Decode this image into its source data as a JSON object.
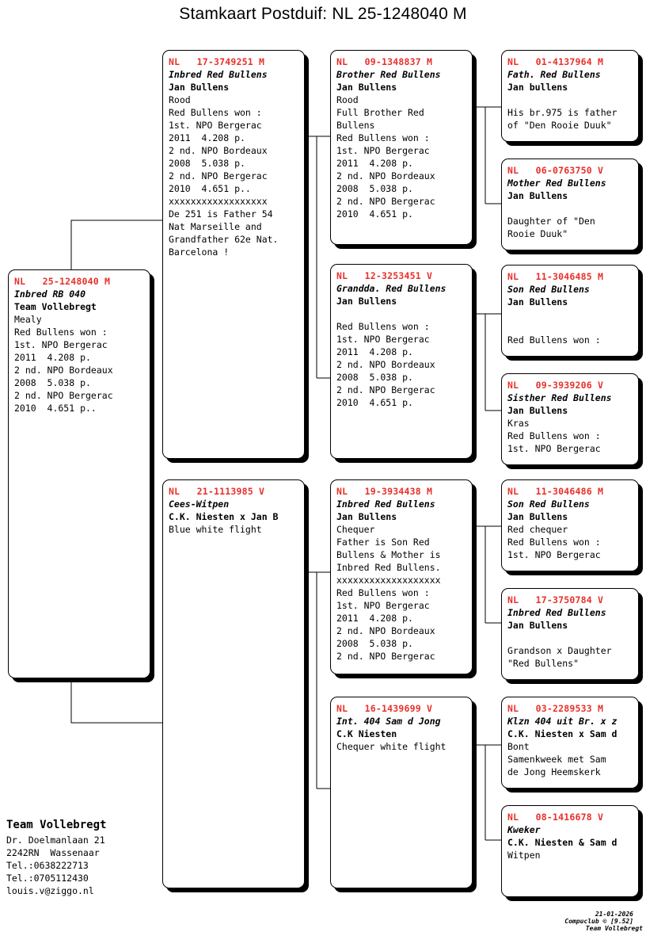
{
  "title": "Stamkaart Postduif: NL  25-1248040 M",
  "colors": {
    "ring_red": "#e8302a",
    "ink": "#000000",
    "paper": "#ffffff"
  },
  "subject": {
    "ring": "NL   25-1248040 M",
    "strain": "Inbred RB 040",
    "owner": "Team Vollebregt",
    "lines": [
      "Mealy",
      "Red Bullens won :",
      "1st. NPO Bergerac",
      "2011  4.208 p.",
      "2 nd. NPO Bordeaux",
      "2008  5.038 p.",
      "2 nd. NPO Bergerac",
      "2010  4.651 p.."
    ]
  },
  "gen2": [
    {
      "ring": "NL   17-3749251 M",
      "strain": "Inbred Red Bullens",
      "owner": "Jan Bullens",
      "lines": [
        "Rood",
        "Red Bullens won :",
        "1st. NPO Bergerac",
        "2011  4.208 p.",
        "2 nd. NPO Bordeaux",
        "2008  5.038 p.",
        "2 nd. NPO Bergerac",
        "2010  4.651 p..",
        "xxxxxxxxxxxxxxxxxx",
        "De 251 is Father 54",
        "Nat Marseille and",
        "Grandfather 62e Nat.",
        "Barcelona !"
      ]
    },
    {
      "ring": "NL   21-1113985 V",
      "strain": "Cees-Witpen",
      "owner": "C.K. Niesten x Jan B",
      "lines": [
        "Blue white flight"
      ]
    }
  ],
  "gen3": [
    {
      "ring": "NL   09-1348837 M",
      "strain": "Brother Red Bullens",
      "owner": "Jan Bullens",
      "lines": [
        "Rood",
        "Full Brother Red",
        "Bullens",
        "Red Bullens won :",
        "1st. NPO Bergerac",
        "2011  4.208 p.",
        "2 nd. NPO Bordeaux",
        "2008  5.038 p.",
        "2 nd. NPO Bergerac",
        "2010  4.651 p."
      ]
    },
    {
      "ring": "NL   12-3253451 V",
      "strain": "Grandda. Red Bullens",
      "owner": "Jan Bullens",
      "lines": [
        "",
        "Red Bullens won :",
        "1st. NPO Bergerac",
        "2011  4.208 p.",
        "2 nd. NPO Bordeaux",
        "2008  5.038 p.",
        "2 nd. NPO Bergerac",
        "2010  4.651 p."
      ]
    },
    {
      "ring": "NL   19-3934438 M",
      "strain": "Inbred Red Bullens",
      "owner": "Jan Bullens",
      "lines": [
        "Chequer",
        "Father is Son Red",
        "Bullens & Mother is",
        "Inbred Red Bullens.",
        "xxxxxxxxxxxxxxxxxxx",
        "Red Bullens won :",
        "1st. NPO Bergerac",
        "2011  4.208 p.",
        "2 nd. NPO Bordeaux",
        "2008  5.038 p.",
        "2 nd. NPO Bergerac"
      ]
    },
    {
      "ring": "NL   16-1439699 V",
      "strain": "Int. 404 Sam d Jong",
      "owner": "C.K Niesten",
      "lines": [
        "Chequer white flight"
      ]
    }
  ],
  "gen4": [
    {
      "ring": "NL   01-4137964 M",
      "strain": "Fath. Red Bullens",
      "owner": "Jan bullens",
      "lines": [
        "",
        "His br.975 is father",
        "of \"Den Rooie Duuk\""
      ]
    },
    {
      "ring": "NL   06-0763750 V",
      "strain": "Mother Red Bullens",
      "owner": "Jan Bullens",
      "lines": [
        "",
        "Daughter of \"Den",
        "Rooie Duuk\""
      ]
    },
    {
      "ring": "NL   11-3046485 M",
      "strain": "Son Red Bullens",
      "owner": "Jan Bullens",
      "lines": [
        "",
        "",
        "Red Bullens won :"
      ]
    },
    {
      "ring": "NL   09-3939206 V",
      "strain": "Sisther Red Bullens",
      "owner": "Jan Bullens",
      "lines": [
        "Kras",
        "Red Bullens won :",
        "1st. NPO Bergerac"
      ]
    },
    {
      "ring": "NL   11-3046486 M",
      "strain": "Son Red Bullens",
      "owner": "Jan Bullens",
      "lines": [
        "Red chequer",
        "Red Bullens won :",
        "1st. NPO Bergerac"
      ]
    },
    {
      "ring": "NL   17-3750784 V",
      "strain": "Inbred Red Bullens",
      "owner": "Jan Bullens",
      "lines": [
        "",
        "Grandson x Daughter",
        "\"Red Bullens\""
      ]
    },
    {
      "ring": "NL   03-2289533 M",
      "strain": "Klzn 404 uit Br. x z",
      "owner": "C.K. Niesten x Sam d",
      "lines": [
        "Bont",
        "Samenkweek met Sam",
        "de Jong Heemskerk"
      ]
    },
    {
      "ring": "NL   08-1416678 V",
      "strain": "Kweker",
      "owner": "C.K. Niesten & Sam d",
      "lines": [
        "Witpen"
      ]
    }
  ],
  "breeder": {
    "name": "Team Vollebregt",
    "address1": "Dr. Doelmanlaan 21",
    "address2": "2242RN  Wassenaar",
    "phone1": "Tel.:0638222713",
    "phone2": "Tel.:0705112430",
    "email": "louis.v@ziggo.nl"
  },
  "credits": {
    "date": "21-01-2026",
    "app": "Compuclub © [9.52]",
    "owner": "Team Vollebregt"
  }
}
